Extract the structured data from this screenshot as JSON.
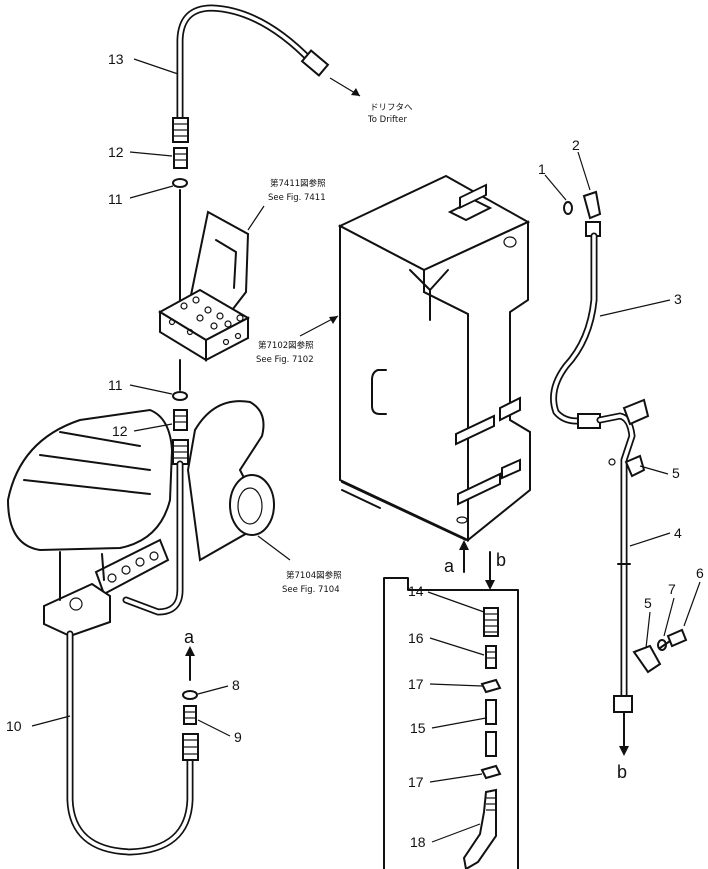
{
  "callouts": {
    "n1": "1",
    "n2": "2",
    "n3": "3",
    "n4": "4",
    "n5a": "5",
    "n5b": "5",
    "n6": "6",
    "n7": "7",
    "n8": "8",
    "n9": "9",
    "n10": "10",
    "n11a": "11",
    "n11b": "11",
    "n12a": "12",
    "n12b": "12",
    "n13": "13",
    "n14": "14",
    "n15": "15",
    "n16": "16",
    "n17a": "17",
    "n17b": "17",
    "n18": "18"
  },
  "markers": {
    "a_top": "a",
    "a_left": "a",
    "b_top": "b",
    "b_right": "b"
  },
  "notes": {
    "drifter_jp": "ドリフタへ",
    "drifter_en": "To Drifter",
    "fig7411_jp": "第7411図参照",
    "fig7411_en": "See Fig. 7411",
    "fig7102_jp": "第7102図参照",
    "fig7102_en": "See Fig. 7102",
    "fig7104_jp": "第7104図参照",
    "fig7104_en": "See Fig. 7104"
  }
}
